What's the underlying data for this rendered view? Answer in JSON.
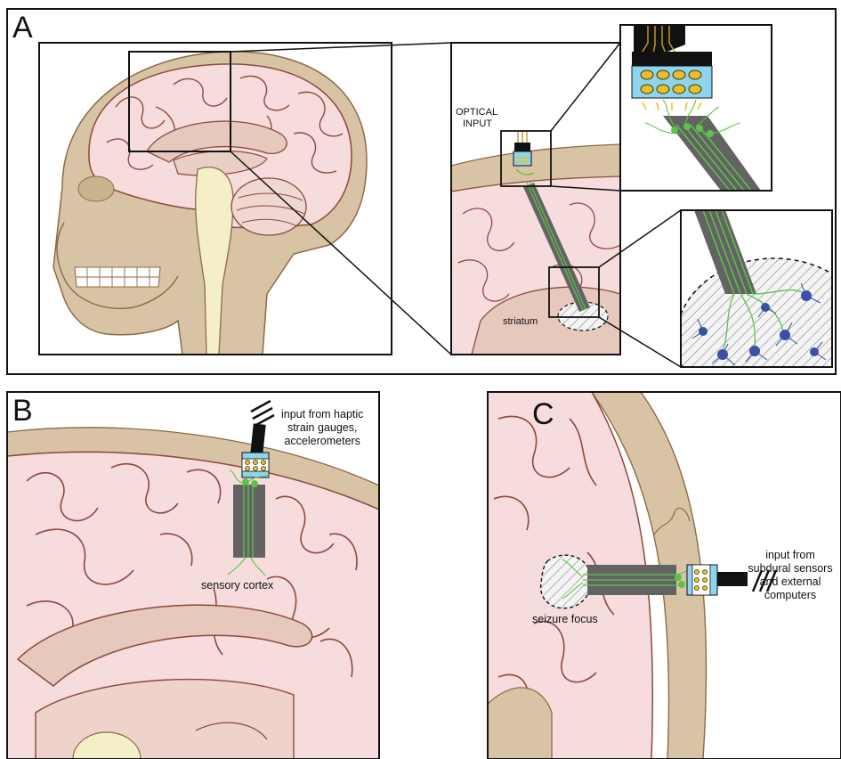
{
  "panels": {
    "a": {
      "letter": "A",
      "optical_input_line1": "OPTICAL",
      "optical_input_line2": "INPUT",
      "striatum": "striatum"
    },
    "b": {
      "letter": "B",
      "input_line1": "input from haptic",
      "input_line2": "strain gauges,",
      "input_line3": "accelerometers",
      "sensory_cortex": "sensory cortex"
    },
    "c": {
      "letter": "C",
      "input_line1": "input from",
      "input_line2": "subdural sensors",
      "input_line3": "and external",
      "input_line4": "computers",
      "seizure_focus": "seizure focus"
    }
  },
  "colors": {
    "brain": "#f6dcdc",
    "brain_fold": "#8a4a3c",
    "skull": "#d8c4a4",
    "bone": "#dcc8a8",
    "deep": "#e7c8bd",
    "probe": "#636363",
    "fiber": "#5fc24a",
    "led": "#e8c020",
    "chip": "#8fd3ee",
    "neuron": "#3a4fa8"
  }
}
